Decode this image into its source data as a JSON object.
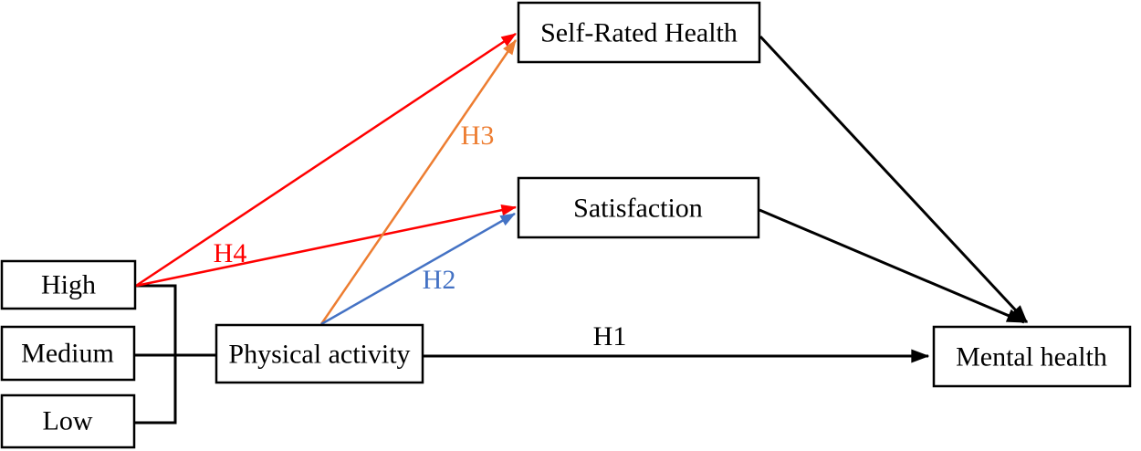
{
  "diagram": {
    "type": "path-model",
    "background": "#ffffff",
    "colors": {
      "black": "#000000",
      "red": "#ff0000",
      "orange": "#ed7d31",
      "blue": "#4472c4",
      "box_fill": "#ffffff"
    },
    "nodes": {
      "high": {
        "label": "High"
      },
      "medium": {
        "label": "Medium"
      },
      "low": {
        "label": "Low"
      },
      "physical_activity": {
        "label": "Physical activity"
      },
      "self_rated_health": {
        "label": "Self-Rated Health"
      },
      "satisfaction": {
        "label": "Satisfaction"
      },
      "mental_health": {
        "label": "Mental health"
      }
    },
    "edge_labels": {
      "h1": {
        "label": "H1",
        "color": "#000000"
      },
      "h2": {
        "label": "H2",
        "color": "#4472c4"
      },
      "h3": {
        "label": "H3",
        "color": "#ed7d31"
      },
      "h4": {
        "label": "H4",
        "color": "#ff0000"
      }
    },
    "edges": [
      {
        "id": "h1",
        "from": "physical_activity",
        "to": "mental_health",
        "label": "H1",
        "color": "#000000"
      },
      {
        "id": "h2",
        "from": "physical_activity",
        "to": "satisfaction",
        "label": "H2",
        "color": "#4472c4"
      },
      {
        "id": "h3",
        "from": "physical_activity",
        "to": "self_rated_health",
        "label": "H3",
        "color": "#ed7d31"
      },
      {
        "id": "h4a",
        "from": "high",
        "to": "self_rated_health",
        "label": "H4",
        "color": "#ff0000"
      },
      {
        "id": "h4b",
        "from": "high",
        "to": "satisfaction",
        "label": "H4",
        "color": "#ff0000"
      },
      {
        "id": "srh-mh",
        "from": "self_rated_health",
        "to": "mental_health",
        "label": "",
        "color": "#000000"
      },
      {
        "id": "sat-mh",
        "from": "satisfaction",
        "to": "mental_health",
        "label": "",
        "color": "#000000"
      },
      {
        "id": "grouping-bracket",
        "from": "high-medium-low",
        "to": "physical_activity",
        "label": "",
        "color": "#000000"
      }
    ]
  }
}
